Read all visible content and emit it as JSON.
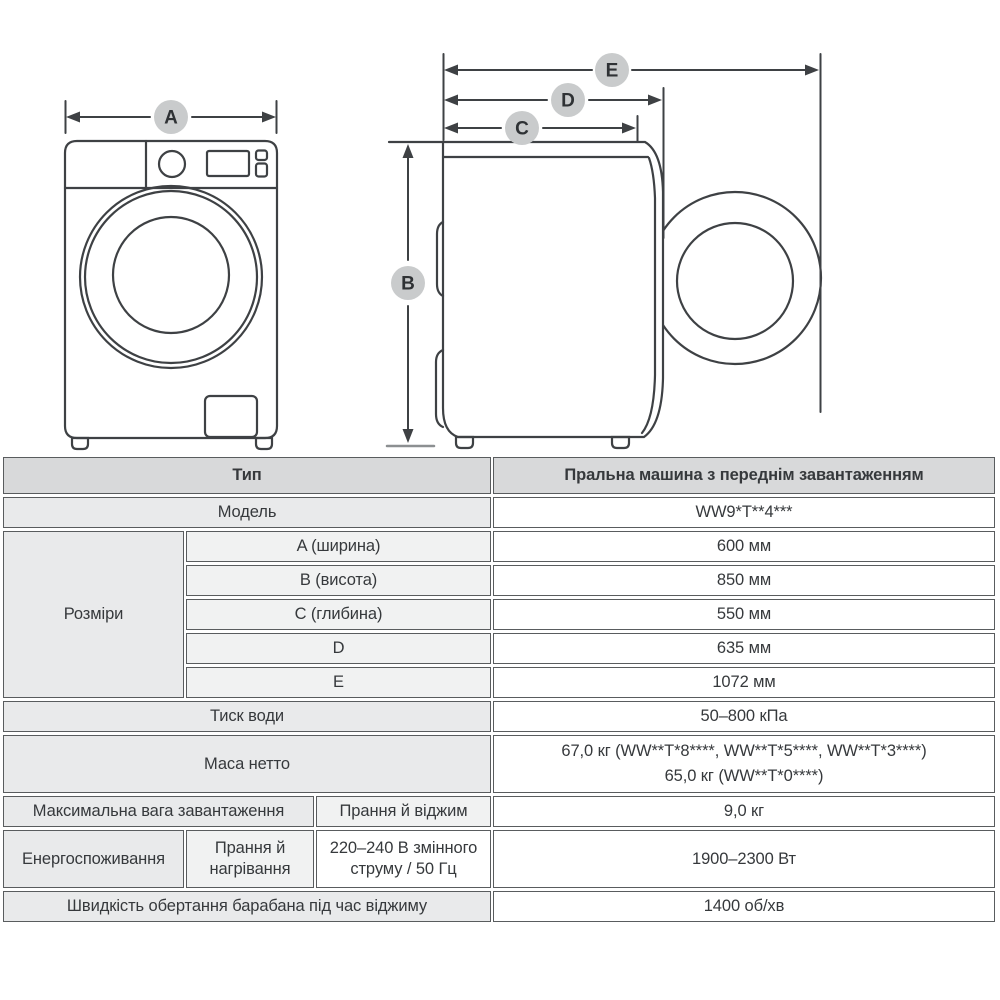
{
  "diagram": {
    "dim_a": "A",
    "dim_b": "B",
    "dim_c": "C",
    "dim_d": "D",
    "dim_e": "E"
  },
  "colors": {
    "dim_badge_gray": "#c9cbcc",
    "line_dark": "#3e4144",
    "table_border": "#595c5e",
    "header_gray": "#d8d9da",
    "label_gray": "#e9eaeb"
  },
  "table": {
    "type_label": "Тип",
    "type_value": "Пральна машина з переднім завантаженням",
    "model_label": "Модель",
    "model_value": "WW9*T**4***",
    "dimensions_label": "Розміри",
    "dim_rows": [
      {
        "label": "A (ширина)",
        "value": "600 мм"
      },
      {
        "label": "B (висота)",
        "value": "850 мм"
      },
      {
        "label": "C (глибина)",
        "value": "550 мм"
      },
      {
        "label": "D",
        "value": "635 мм"
      },
      {
        "label": "E",
        "value": "1072 мм"
      }
    ],
    "water_pressure_label": "Тиск води",
    "water_pressure_value": "50–800 кПа",
    "net_weight_label": "Маса нетто",
    "net_weight_value_line1": "67,0 кг (WW**T*8****, WW**T*5****, WW**T*3****)",
    "net_weight_value_line2": "65,0 кг (WW**T*0****)",
    "max_load_label": "Максимальна вага завантаження",
    "max_load_mode": "Прання й віджим",
    "max_load_value": "9,0 кг",
    "power_label": "Енергоспоживання",
    "power_mode": "Прання й нагрівання",
    "power_spec": "220–240 В змінного струму / 50 Гц",
    "power_value": "1900–2300 Вт",
    "spin_label": "Швидкість обертання барабана під час віджиму",
    "spin_value": "1400 об/хв"
  }
}
